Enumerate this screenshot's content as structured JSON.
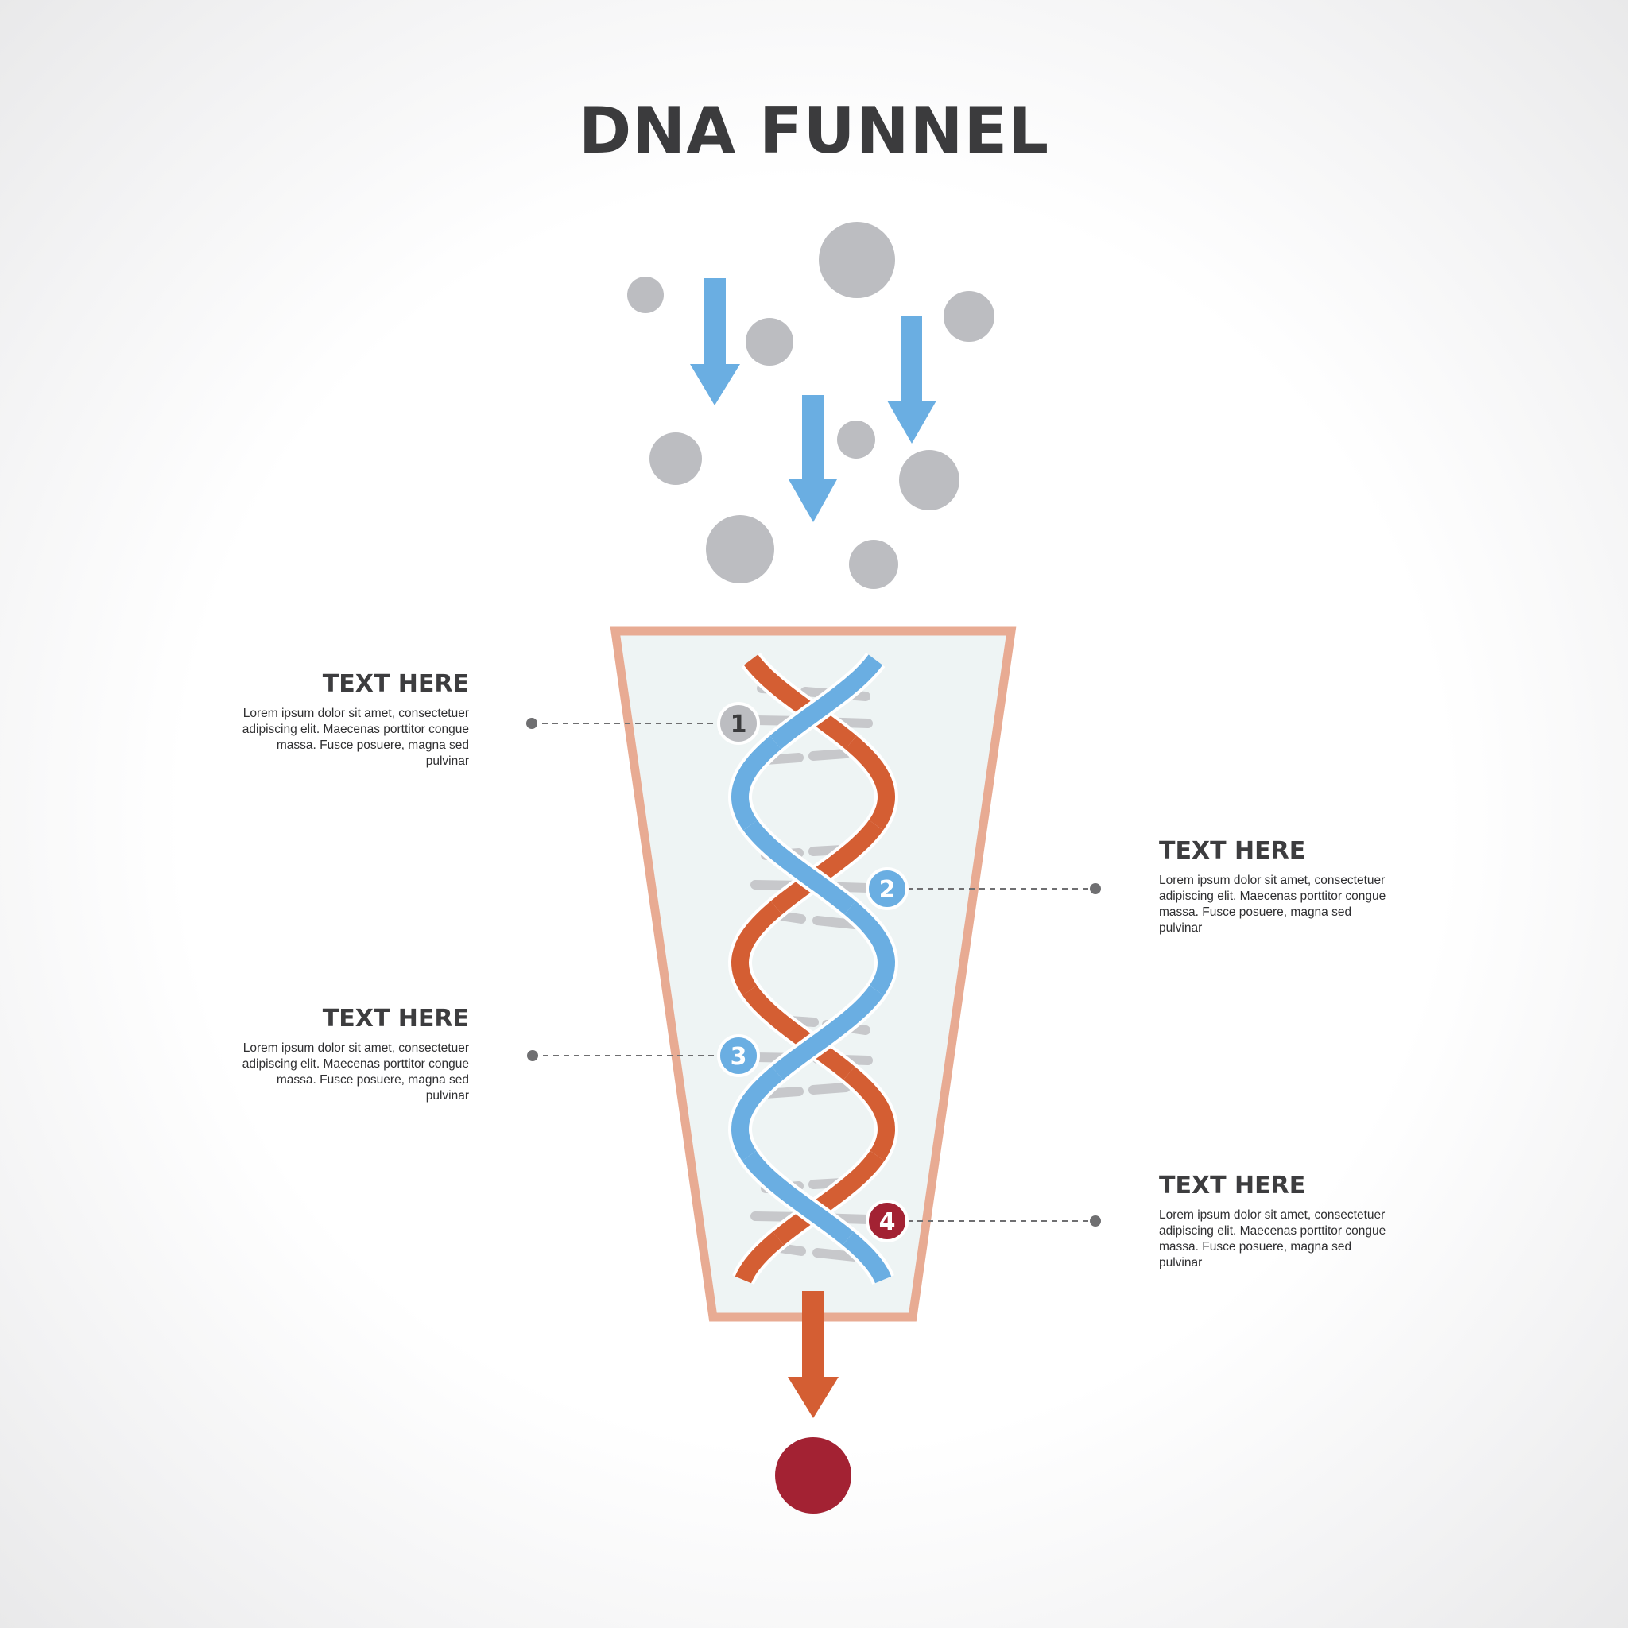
{
  "title": "DNA FUNNEL",
  "colors": {
    "text_dark": "#3b3b3d",
    "particle_gray": "#bcbdc1",
    "arrow_blue": "#6aaee2",
    "strand_orange": "#d45e33",
    "strand_blue": "#6aaee2",
    "funnel_border": "#e8ab93",
    "funnel_fill": "#eef4f4",
    "rung_gray": "#c7c8cb",
    "output_red": "#a32233",
    "badge_gray": "#bcbdc1",
    "badge_blue": "#6aaee2",
    "badge_red": "#a32233",
    "leader_line": "#6f6f71"
  },
  "steps": [
    {
      "number": "1",
      "heading": "TEXT HERE",
      "body": "Lorem ipsum dolor sit amet, consectetuer adipiscing elit. Maecenas porttitor congue massa. Fusce posuere, magna sed pulvinar",
      "badge_color": "gray",
      "side": "left"
    },
    {
      "number": "2",
      "heading": "TEXT HERE",
      "body": "Lorem ipsum dolor sit amet, consectetuer adipiscing elit. Maecenas porttitor congue massa. Fusce posuere, magna sed pulvinar",
      "badge_color": "blue",
      "side": "right"
    },
    {
      "number": "3",
      "heading": "TEXT HERE",
      "body": "Lorem ipsum dolor sit amet, consectetuer adipiscing elit. Maecenas porttitor congue massa. Fusce posuere, magna sed pulvinar",
      "badge_color": "blue",
      "side": "left"
    },
    {
      "number": "4",
      "heading": "TEXT HERE",
      "body": "Lorem ipsum dolor sit amet, consectetuer adipiscing elit. Maecenas porttitor congue massa. Fusce posuere, magna sed pulvinar",
      "badge_color": "red",
      "side": "right"
    }
  ]
}
